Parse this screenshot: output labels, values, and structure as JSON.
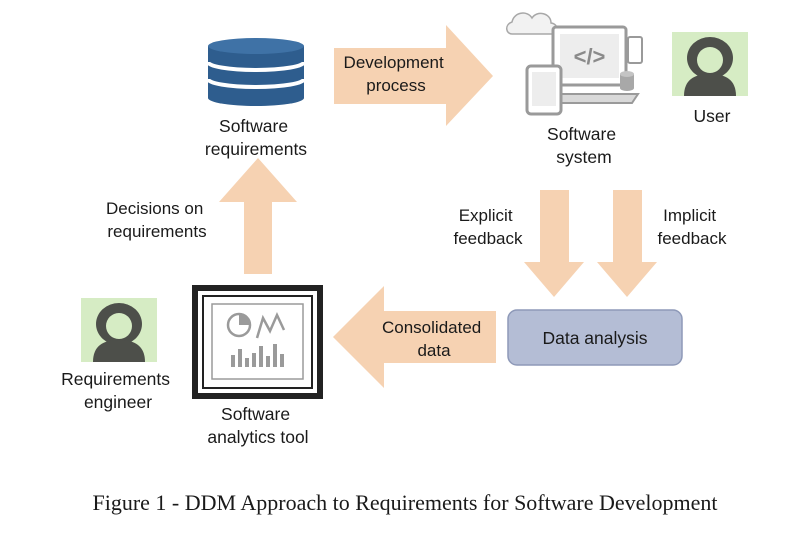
{
  "labels": {
    "software_requirements": [
      "Software",
      "requirements"
    ],
    "development_process": [
      "Development",
      "process"
    ],
    "software_system": [
      "Software",
      "system"
    ],
    "user": "User",
    "explicit_feedback": [
      "Explicit",
      "feedback"
    ],
    "implicit_feedback": [
      "Implicit",
      "feedback"
    ],
    "data_analysis": "Data analysis",
    "consolidated_data": [
      "Consolidated",
      "data"
    ],
    "software_analytics_tool": [
      "Software",
      "analytics tool"
    ],
    "requirements_engineer": [
      "Requirements",
      "engineer"
    ],
    "decisions_on_requirements": [
      "Decisions on",
      "requirements"
    ]
  },
  "caption": "Figure 1 - DDM Approach to Requirements for Software Development",
  "icons": {
    "database": "database-icon",
    "software_system": "software-system-icon",
    "user_avatar": "user-avatar-icon",
    "engineer_avatar": "engineer-avatar-icon",
    "analytics_tool": "analytics-tool-icon"
  },
  "colors": {
    "arrow": "#f6d2b2",
    "database": "#2e5d8e",
    "avatar_bg": "#d6ecc4",
    "avatar_fg": "#4d4f4a",
    "data_box": "#b4bdd5",
    "data_box_border": "#8e99b8",
    "icon_gray": "#9a9a9a",
    "tool_frame": "#222222"
  }
}
